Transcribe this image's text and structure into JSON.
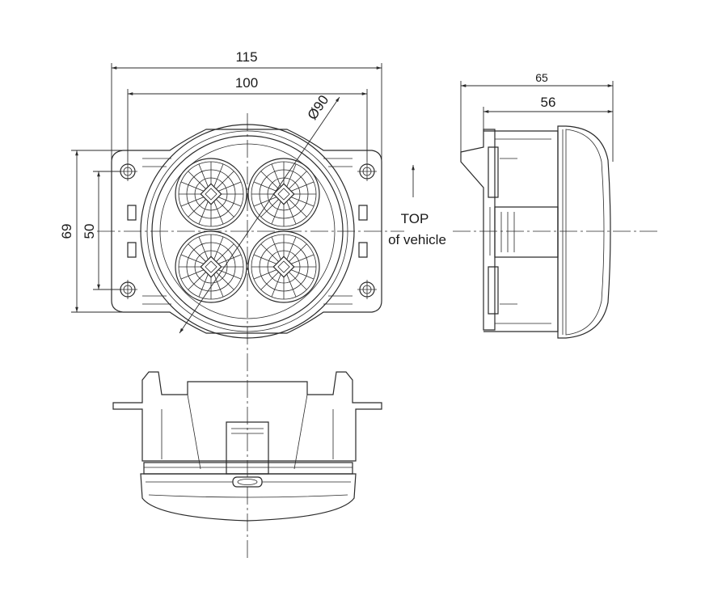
{
  "dimensions": {
    "overall_width": "115",
    "hole_spacing_horizontal": "100",
    "lens_diameter": "Ø90",
    "overall_height": "69",
    "hole_spacing_vertical": "50",
    "side_total_depth": "65",
    "side_body_depth": "56"
  },
  "annotation": {
    "top_line1": "TOP",
    "top_line2": "of vehicle"
  },
  "colors": {
    "line": "#2a2a2a",
    "background": "#ffffff"
  }
}
